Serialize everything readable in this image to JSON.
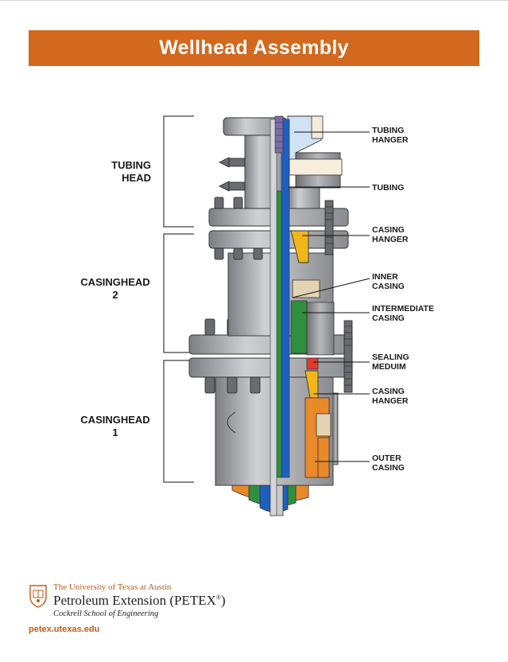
{
  "title": "Wellhead Assembly",
  "sections": {
    "tubing_head": [
      "TUBING",
      "HEAD"
    ],
    "casinghead_2": [
      "CASINGHEAD",
      "2"
    ],
    "casinghead_1": [
      "CASINGHEAD",
      "1"
    ]
  },
  "callouts": {
    "tubing_hanger": [
      "TUBING",
      "HANGER"
    ],
    "tubing": [
      "TUBING"
    ],
    "casing_hanger_upper": [
      "CASING",
      "HANGER"
    ],
    "inner_casing": [
      "INNER",
      "CASING"
    ],
    "intermediate_casing": [
      "INTERMEDIATE",
      "CASING"
    ],
    "sealing_medium": [
      "SEALING",
      "MEDUIM"
    ],
    "casing_hanger_lower": [
      "CASING",
      "HANGER"
    ],
    "outer_casing": [
      "OUTER",
      "CASING"
    ]
  },
  "footer": {
    "university": "The University of Texas at Austin",
    "program": "Petroleum Extension (PETEX",
    "program_mark": "®",
    "program_close": ")",
    "school": "Cockrell School of Engineering",
    "url": "petex.utexas.edu"
  },
  "colors": {
    "banner": "#d2691e",
    "steel": "#a9a9ab",
    "tubing": "#1f5fbf",
    "inner_casing": "#2f8f3f",
    "outer_casing": "#e8892a",
    "hanger": "#f2b619",
    "seal": "#e23b2e",
    "tubing_hanger": "#cfe3f2"
  }
}
